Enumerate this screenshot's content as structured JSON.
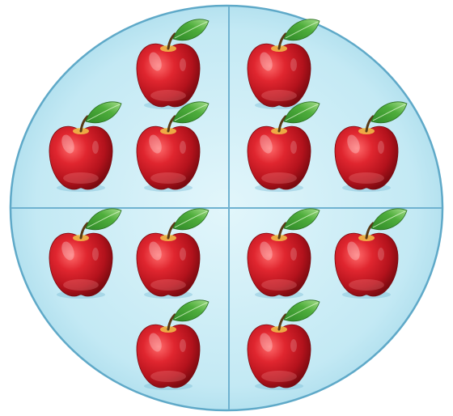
{
  "plate": {
    "quadrants": [
      {
        "name": "top-left",
        "apple_count": 3
      },
      {
        "name": "top-right",
        "apple_count": 3
      },
      {
        "name": "bottom-left",
        "apple_count": 3
      },
      {
        "name": "bottom-right",
        "apple_count": 3
      }
    ],
    "total_apples": 12
  },
  "colors": {
    "plate_fill": "#c9ecf5",
    "plate_edge": "#5fa9c8",
    "divider": "#6fb2d0",
    "apple_red": "#d6202a",
    "apple_dark": "#8e0e16",
    "leaf_green": "#3e9a32",
    "leaf_light": "#8fd27a"
  }
}
